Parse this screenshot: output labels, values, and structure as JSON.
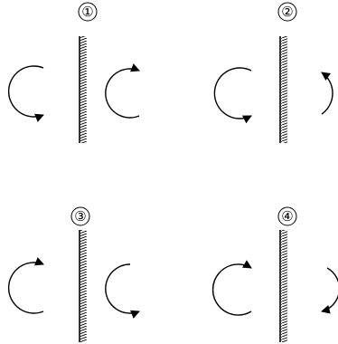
{
  "panels": [
    {
      "label": "①"
    },
    {
      "label": "②"
    },
    {
      "label": "③"
    },
    {
      "label": "④"
    }
  ],
  "colors": {
    "stroke": "#000000",
    "background": "#ffffff"
  }
}
